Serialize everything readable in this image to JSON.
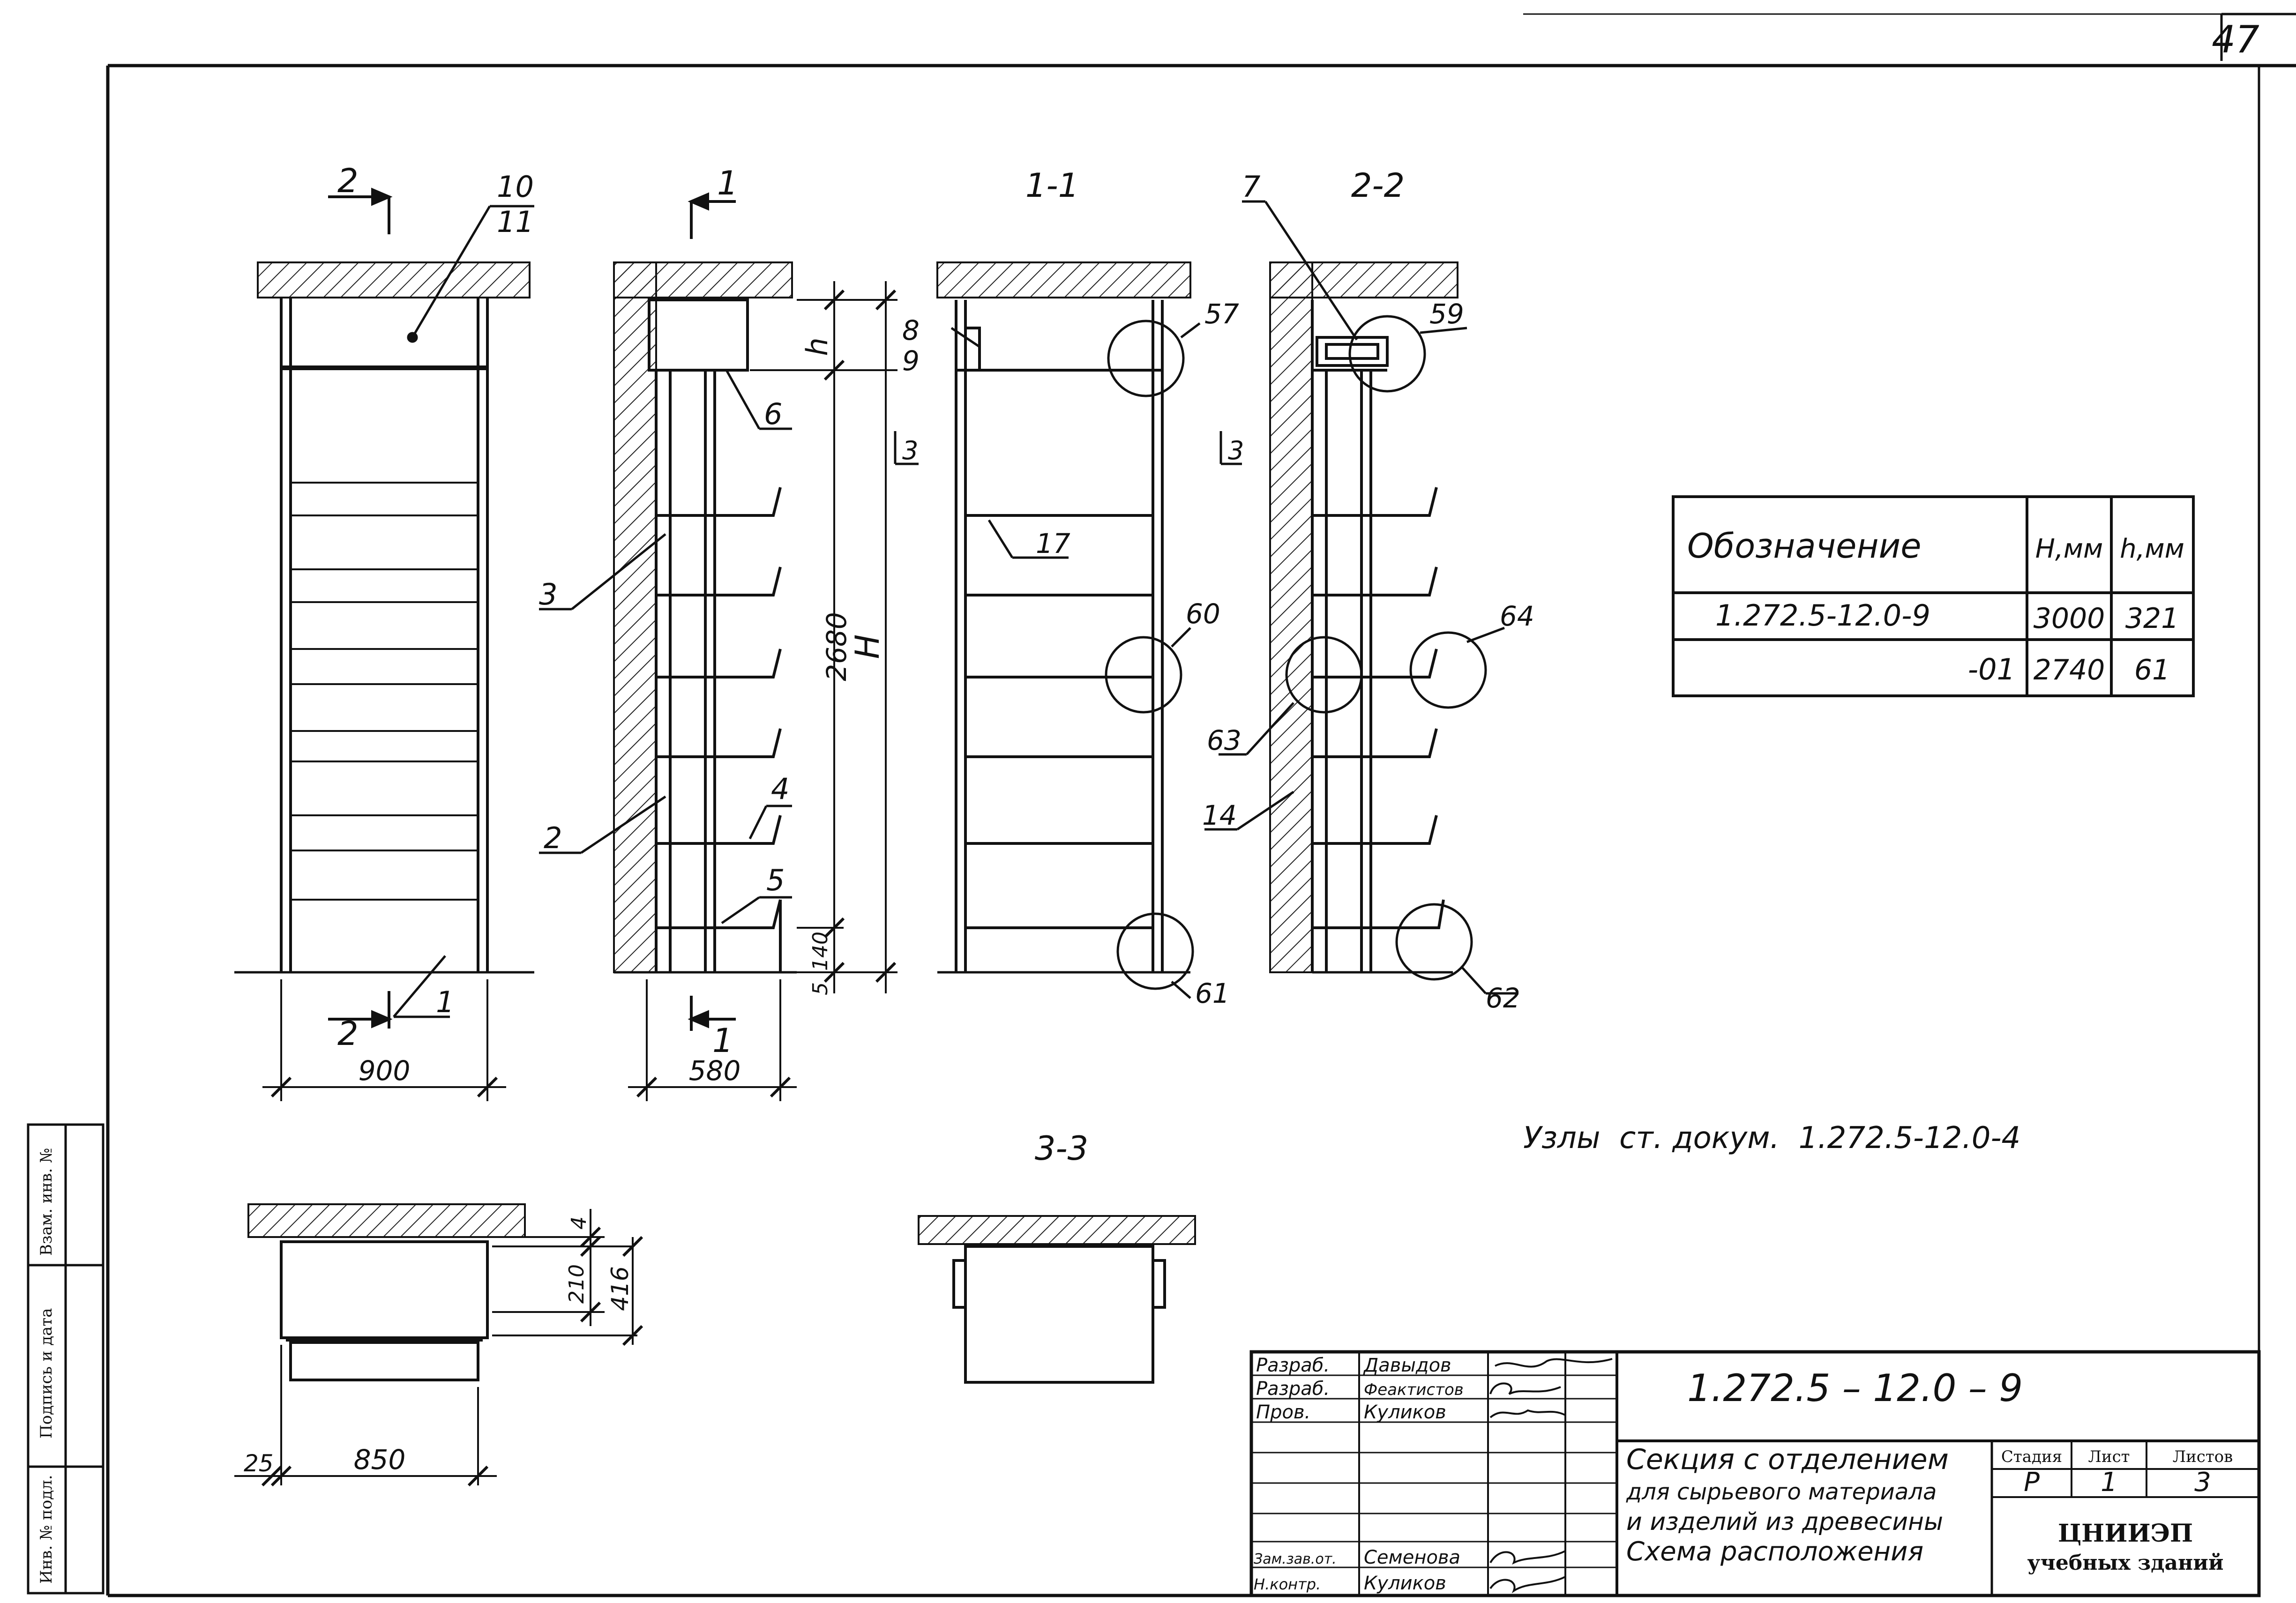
{
  "sheet_number": "47",
  "views": {
    "front": {
      "section_mark": "2",
      "callout_a": "10",
      "callout_b": "11",
      "callout_bottom": "1",
      "width_dim": "900"
    },
    "side": {
      "section_mark": "1",
      "callouts": [
        "6",
        "3",
        "2",
        "4",
        "5"
      ],
      "dim_h": "h",
      "dim_H": "H",
      "dim_2680": "2680",
      "dim_140": "140",
      "dim_5": "5",
      "width_dim": "580"
    },
    "section_1_1": {
      "title": "1-1",
      "callouts": [
        "8",
        "9",
        "57",
        "17",
        "60",
        "61"
      ],
      "cut_mark": "3"
    },
    "section_2_2": {
      "title": "2-2",
      "callouts": [
        "7",
        "59",
        "64",
        "63",
        "14",
        "62"
      ]
    },
    "plan_view": {
      "dim_4": "4",
      "dim_210": "210",
      "dim_416": "416",
      "dim_25": "25",
      "dim_850": "850"
    },
    "section_3_3": {
      "title": "3-3"
    }
  },
  "table": {
    "headers": [
      "Обозначение",
      "H,мм",
      "h,мм"
    ],
    "rows": [
      [
        "1.272.5-12.0-9",
        "3000",
        "321"
      ],
      [
        "-01",
        "2740",
        "61"
      ]
    ]
  },
  "nodes_note": "Узлы  ст. докум.  1.272.5-12.0-4",
  "left_strip": [
    "Инв. № подл.",
    "Подпись и дата",
    "Взам. инв. №"
  ],
  "title_block": {
    "code": "1.272.5 – 12.0 – 9",
    "roles": [
      {
        "role": "Разраб.",
        "name": "Давыдов"
      },
      {
        "role": "Разраб.",
        "name": "Феактистов"
      },
      {
        "role": "Пров.",
        "name": "Куликов"
      },
      {
        "role": "Зам.зав.от.",
        "name": "Семенова"
      },
      {
        "role": "Н.контр.",
        "name": "Куликов"
      }
    ],
    "title_lines": [
      "Секция с отделением",
      "для сырьевого материала",
      "и изделий из древесины",
      "Схема расположения"
    ],
    "stage_label": "Стадия",
    "sheet_label": "Лист",
    "sheets_label": "Листов",
    "stage_value": "Р",
    "sheet_value": "1",
    "sheets_value": "3",
    "org_name": "ЦНИИЭП",
    "org_sub": "учебных зданий"
  }
}
